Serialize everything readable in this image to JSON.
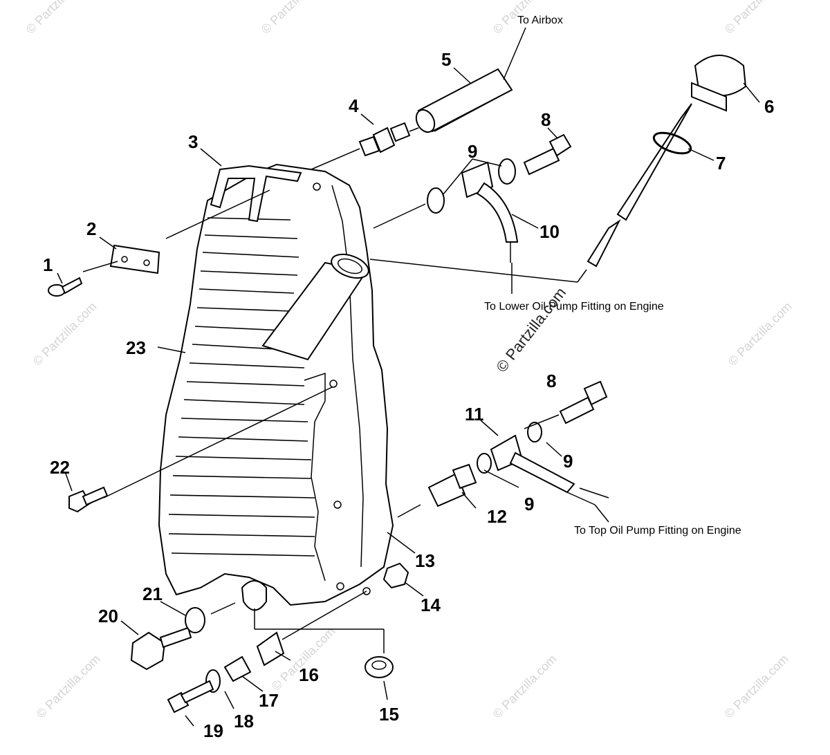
{
  "diagram": {
    "callouts": {
      "c1": "1",
      "c2": "2",
      "c3": "3",
      "c4": "4",
      "c5": "5",
      "c6": "6",
      "c7": "7",
      "c8a": "8",
      "c8b": "8",
      "c9a": "9",
      "c9b": "9",
      "c9c": "9",
      "c10": "10",
      "c11": "11",
      "c12": "12",
      "c13": "13",
      "c14": "14",
      "c15": "15",
      "c16": "16",
      "c17": "17",
      "c18": "18",
      "c19": "19",
      "c20": "20",
      "c21": "21",
      "c22": "22",
      "c23": "23"
    },
    "notes": {
      "to_airbox": "To Airbox",
      "to_lower_pump": "To Lower Oil Pump Fitting on Engine",
      "to_top_pump": "To Top Oil Pump Fitting on Engine"
    },
    "watermark": "© Partzilla.com"
  }
}
